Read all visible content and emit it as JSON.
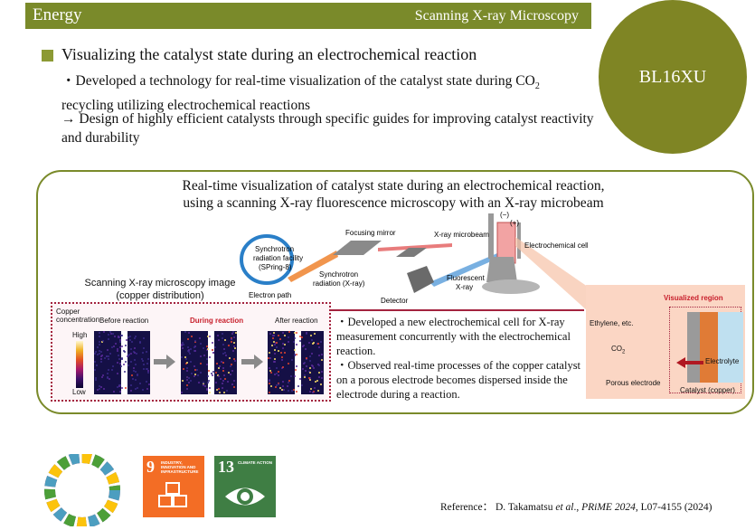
{
  "header": {
    "category": "Energy",
    "subtitle": "Scanning X-ray Microscopy"
  },
  "beamline": "BL16XU",
  "headline": "Visualizing the catalyst state during an electrochemical reaction",
  "point1_prefix": "・Developed a technology for real-time visualization of the catalyst state during CO",
  "point1_sub": "2",
  "point1_suffix": "recycling utilizing electrochemical reactions",
  "point2": "→ Design of highly efficient catalysts through specific guides for improving catalyst reactivity and durability",
  "panel": {
    "title_line1": "Real-time visualization of catalyst state during an electrochemical reaction,",
    "title_line2": "using a scanning X-ray fluorescence microscopy with an X-ray microbeam",
    "schematic": {
      "synchrotron_l1": "Synchrotron",
      "synchrotron_l2": "radiation facility",
      "synchrotron_l3": "(SPring-8)",
      "electron_path": "Electron path",
      "focusing_mirror": "Focusing mirror",
      "synchrotron_xray_l1": "Synchrotron",
      "synchrotron_xray_l2": "radiation (X-ray)",
      "xray_microbeam": "X-ray microbeam",
      "electrochemical_cell": "Electrochemical cell",
      "minus": "(−)",
      "plus": "(+)",
      "fluorescent_l1": "Fluorescent",
      "fluorescent_l2": "X-ray",
      "detector": "Detector"
    },
    "microscopy": {
      "title_l1": "Scanning X-ray microscopy image",
      "title_l2": "(copper distribution)",
      "copper_l1": "Copper",
      "copper_l2": "concentration",
      "high": "High",
      "low": "Low",
      "before": "Before reaction",
      "during": "During reaction",
      "after": "After reaction"
    },
    "bullets": [
      "・Developed a  new electrochemical cell for X-ray measurement concurrently with the electrochemical reaction.",
      "・Observed real-time processes of the copper catalyst on a porous electrode becomes dispersed inside the electrode during a reaction."
    ],
    "detail": {
      "visualized_region": "Visualized region",
      "ethylene": "Ethylene, etc.",
      "co2": "CO",
      "co2_sub": "2",
      "electrolyte": "Electrolyte",
      "porous": "Porous electrode",
      "catalyst": "Catalyst (copper)"
    }
  },
  "sdg": {
    "goal9_num": "9",
    "goal9_text": "INDUSTRY, INNOVATION AND INFRASTRUCTURE",
    "goal13_num": "13",
    "goal13_text": "CLIMATE ACTION"
  },
  "reference": {
    "prefix": "Reference：  D. Takamatsu ",
    "et_al": "et al",
    "mid": "., ",
    "journal": "PRiME 2024",
    "suffix": ", L07-4155 (2024)"
  },
  "colors": {
    "olive": "#7a8a2a",
    "crimson": "#a3233e",
    "sdg9": "#f36d25",
    "sdg13": "#3f7e44"
  }
}
